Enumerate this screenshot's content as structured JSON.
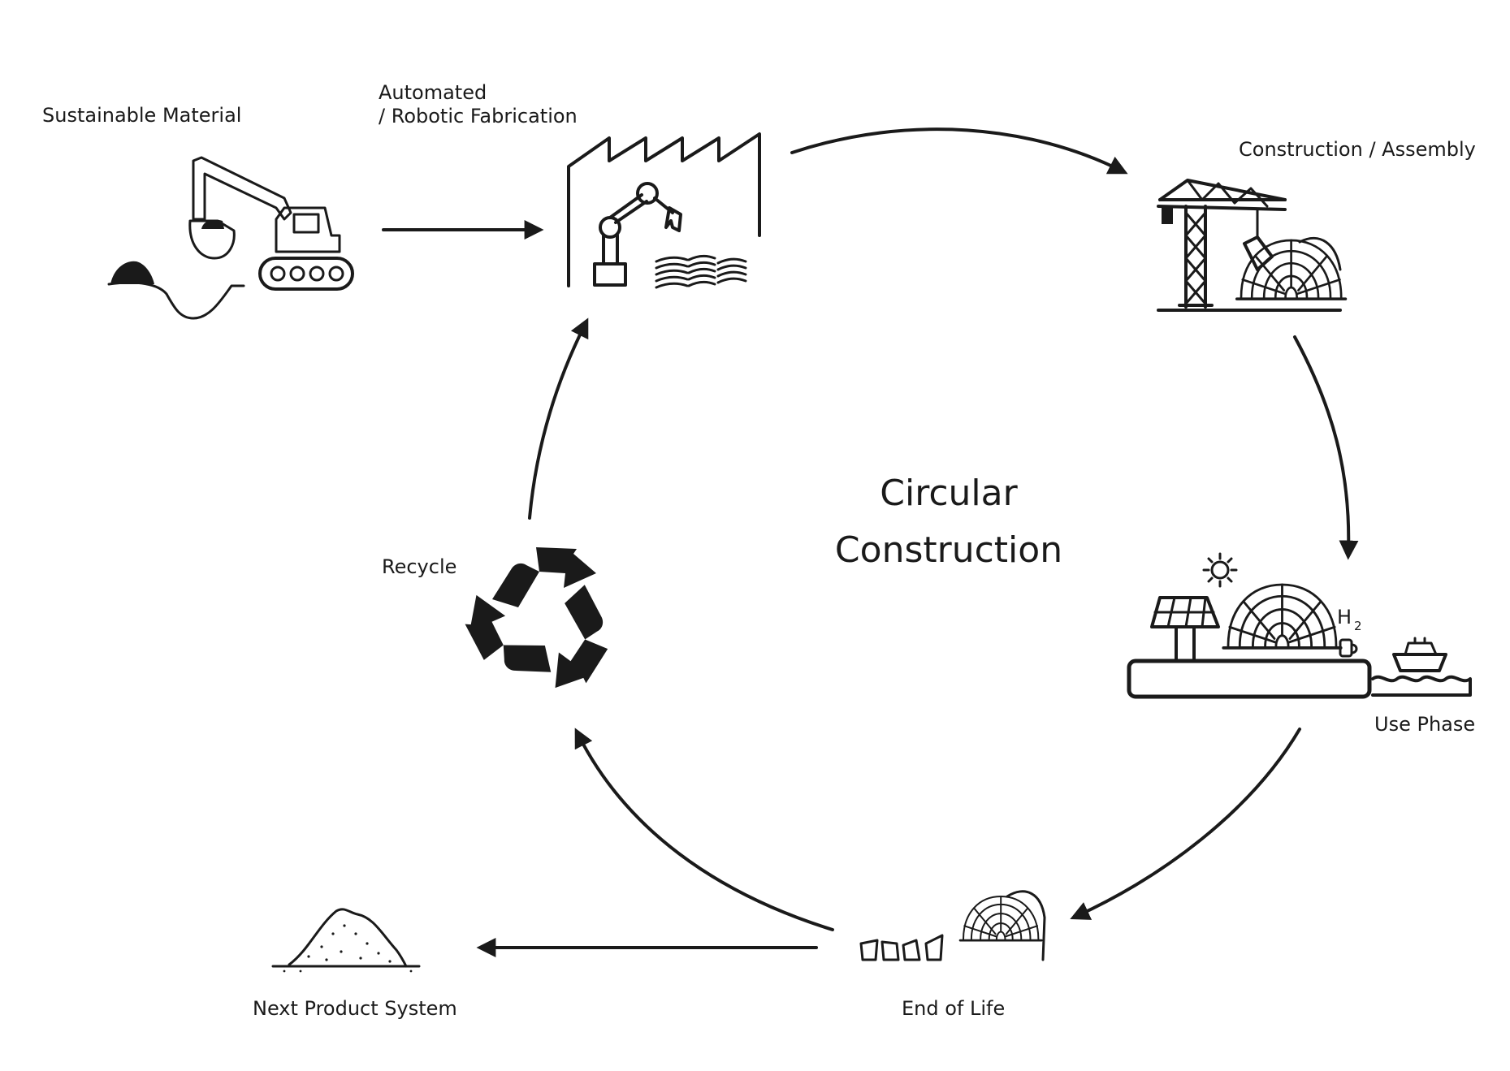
{
  "diagram": {
    "title_line1": "Circular",
    "title_line2": "Construction",
    "nodes": {
      "sustainable_material": "Sustainable Material",
      "fabrication_line1": "Automated",
      "fabrication_line2": "/ Robotic Fabrication",
      "construction": "Construction / Assembly",
      "use_phase": "Use Phase",
      "hydrogen_label": "H",
      "hydrogen_subscript": "2",
      "end_of_life": "End of Life",
      "next_product": "Next Product System",
      "recycle": "Recycle"
    },
    "icons": [
      "excavator-icon",
      "factory-robot-icon",
      "crane-construction-icon",
      "sun-icon",
      "solar-panel-icon",
      "dome-pavilion-icon",
      "hydrogen-tank-icon",
      "boat-icon",
      "rubble-pieces-icon",
      "material-pile-icon",
      "recycle-icon"
    ],
    "colors": {
      "ink": "#1a1a1a",
      "background": "#ffffff"
    }
  }
}
